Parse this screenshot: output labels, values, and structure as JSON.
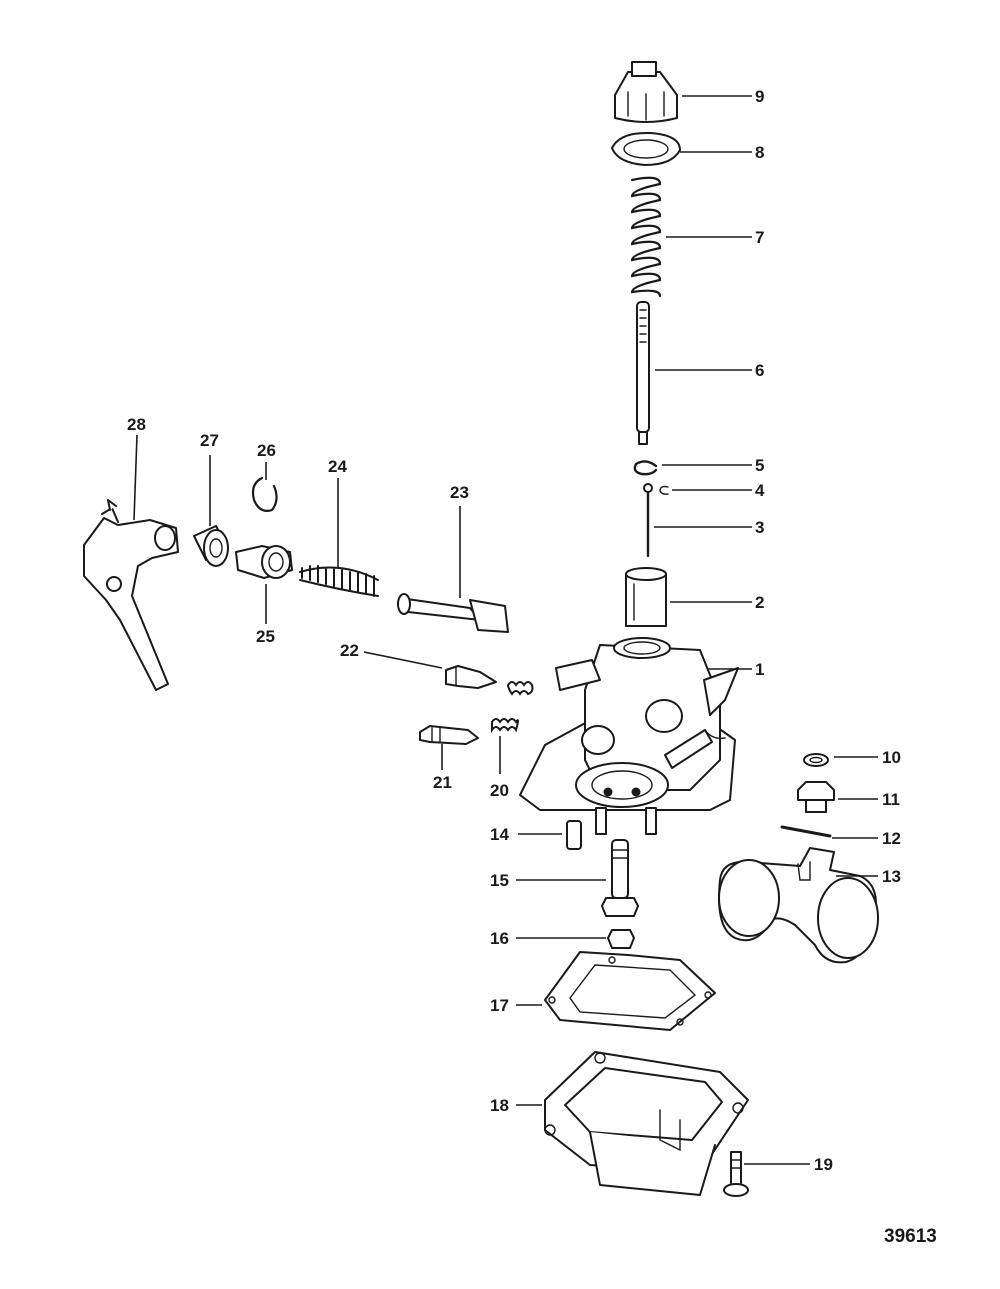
{
  "figure_number": "39613",
  "callouts": [
    {
      "n": "1"
    },
    {
      "n": "2"
    },
    {
      "n": "3"
    },
    {
      "n": "4"
    },
    {
      "n": "5"
    },
    {
      "n": "6"
    },
    {
      "n": "7"
    },
    {
      "n": "8"
    },
    {
      "n": "9"
    },
    {
      "n": "10"
    },
    {
      "n": "11"
    },
    {
      "n": "12"
    },
    {
      "n": "13"
    },
    {
      "n": "14"
    },
    {
      "n": "15"
    },
    {
      "n": "16"
    },
    {
      "n": "17"
    },
    {
      "n": "18"
    },
    {
      "n": "19"
    },
    {
      "n": "20"
    },
    {
      "n": "21"
    },
    {
      "n": "22"
    },
    {
      "n": "23"
    },
    {
      "n": "24"
    },
    {
      "n": "25"
    },
    {
      "n": "26"
    },
    {
      "n": "27"
    },
    {
      "n": "28"
    }
  ]
}
